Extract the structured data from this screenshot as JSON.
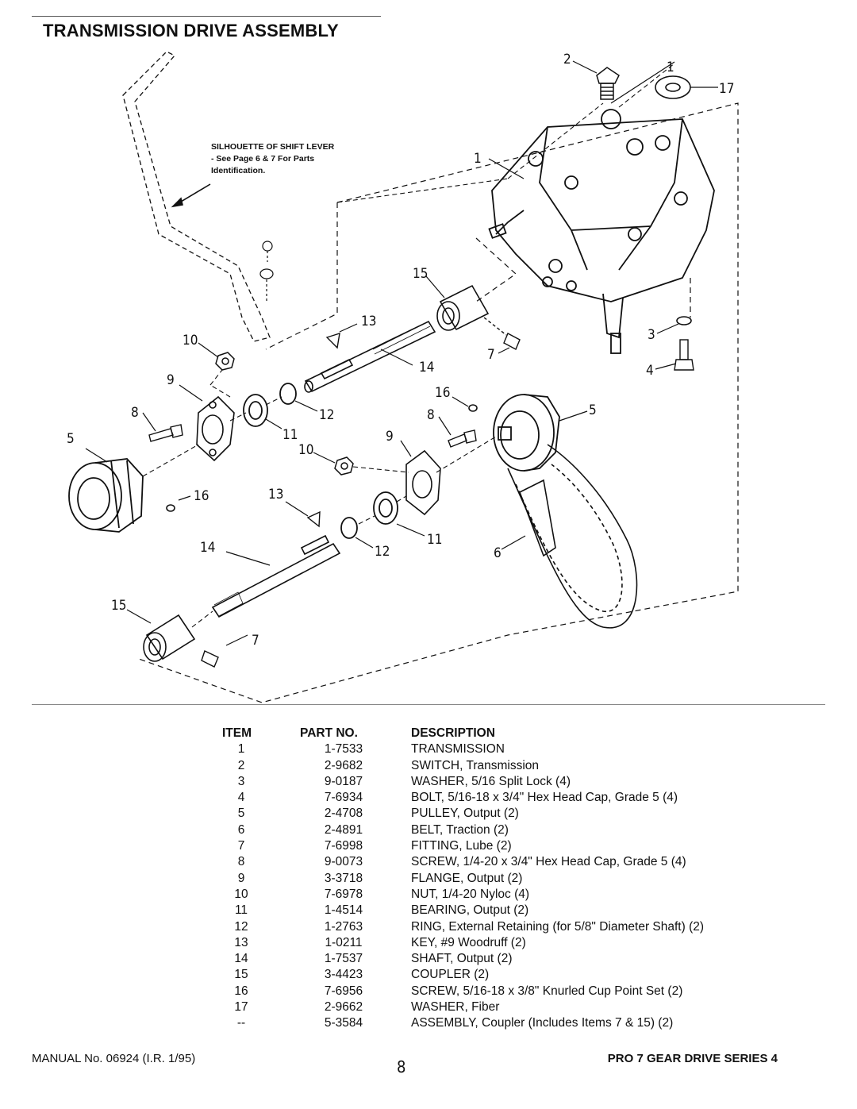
{
  "title": "TRANSMISSION DRIVE ASSEMBLY",
  "note": "SILHOUETTE OF SHIFT LEVER - See Page 6 & 7 For Parts Identification.",
  "callouts": {
    "c1": "1",
    "c1b": "1",
    "c2": "2",
    "c3": "3",
    "c4": "4",
    "c5a": "5",
    "c5b": "5",
    "c6": "6",
    "c7a": "7",
    "c7b": "7",
    "c8a": "8",
    "c8b": "8",
    "c9a": "9",
    "c9b": "9",
    "c10a": "10",
    "c10b": "10",
    "c11a": "11",
    "c11b": "11",
    "c12a": "12",
    "c12b": "12",
    "c13a": "13",
    "c13b": "13",
    "c14a": "14",
    "c14b": "14",
    "c15a": "15",
    "c15b": "15",
    "c16a": "16",
    "c16b": "16",
    "c17": "17"
  },
  "parts_table": {
    "headers": {
      "item": "ITEM",
      "part": "PART NO.",
      "desc": "DESCRIPTION"
    },
    "rows": [
      {
        "item": "1",
        "part": "1-7533",
        "desc": "TRANSMISSION"
      },
      {
        "item": "2",
        "part": "2-9682",
        "desc": "SWITCH, Transmission"
      },
      {
        "item": "3",
        "part": "9-0187",
        "desc": "WASHER, 5/16 Split Lock (4)"
      },
      {
        "item": "4",
        "part": "7-6934",
        "desc": "BOLT, 5/16-18 x 3/4\" Hex Head Cap, Grade 5 (4)"
      },
      {
        "item": "5",
        "part": "2-4708",
        "desc": "PULLEY, Output (2)"
      },
      {
        "item": "6",
        "part": "2-4891",
        "desc": "BELT, Traction (2)"
      },
      {
        "item": "7",
        "part": "7-6998",
        "desc": "FITTING, Lube (2)"
      },
      {
        "item": "8",
        "part": "9-0073",
        "desc": "SCREW, 1/4-20 x 3/4\" Hex Head Cap, Grade 5 (4)"
      },
      {
        "item": "9",
        "part": "3-3718",
        "desc": "FLANGE, Output (2)"
      },
      {
        "item": "10",
        "part": "7-6978",
        "desc": "NUT, 1/4-20 Nyloc (4)"
      },
      {
        "item": "11",
        "part": "1-4514",
        "desc": "BEARING, Output (2)"
      },
      {
        "item": "12",
        "part": "1-2763",
        "desc": "RING, External Retaining (for 5/8\" Diameter Shaft) (2)"
      },
      {
        "item": "13",
        "part": "1-0211",
        "desc": "KEY, #9 Woodruff (2)"
      },
      {
        "item": "14",
        "part": "1-7537",
        "desc": "SHAFT, Output (2)"
      },
      {
        "item": "15",
        "part": "3-4423",
        "desc": "COUPLER (2)"
      },
      {
        "item": "16",
        "part": "7-6956",
        "desc": "SCREW, 5/16-18 x 3/8\" Knurled Cup Point Set (2)"
      },
      {
        "item": "17",
        "part": "2-9662",
        "desc": "WASHER, Fiber"
      },
      {
        "item": "--",
        "part": "5-3584",
        "desc": "ASSEMBLY, Coupler (Includes Items 7 & 15)  (2)"
      }
    ]
  },
  "footer": {
    "left": "MANUAL No. 06924 (I.R. 1/95)",
    "page": "8",
    "right": "PRO 7 GEAR DRIVE SERIES 4"
  }
}
